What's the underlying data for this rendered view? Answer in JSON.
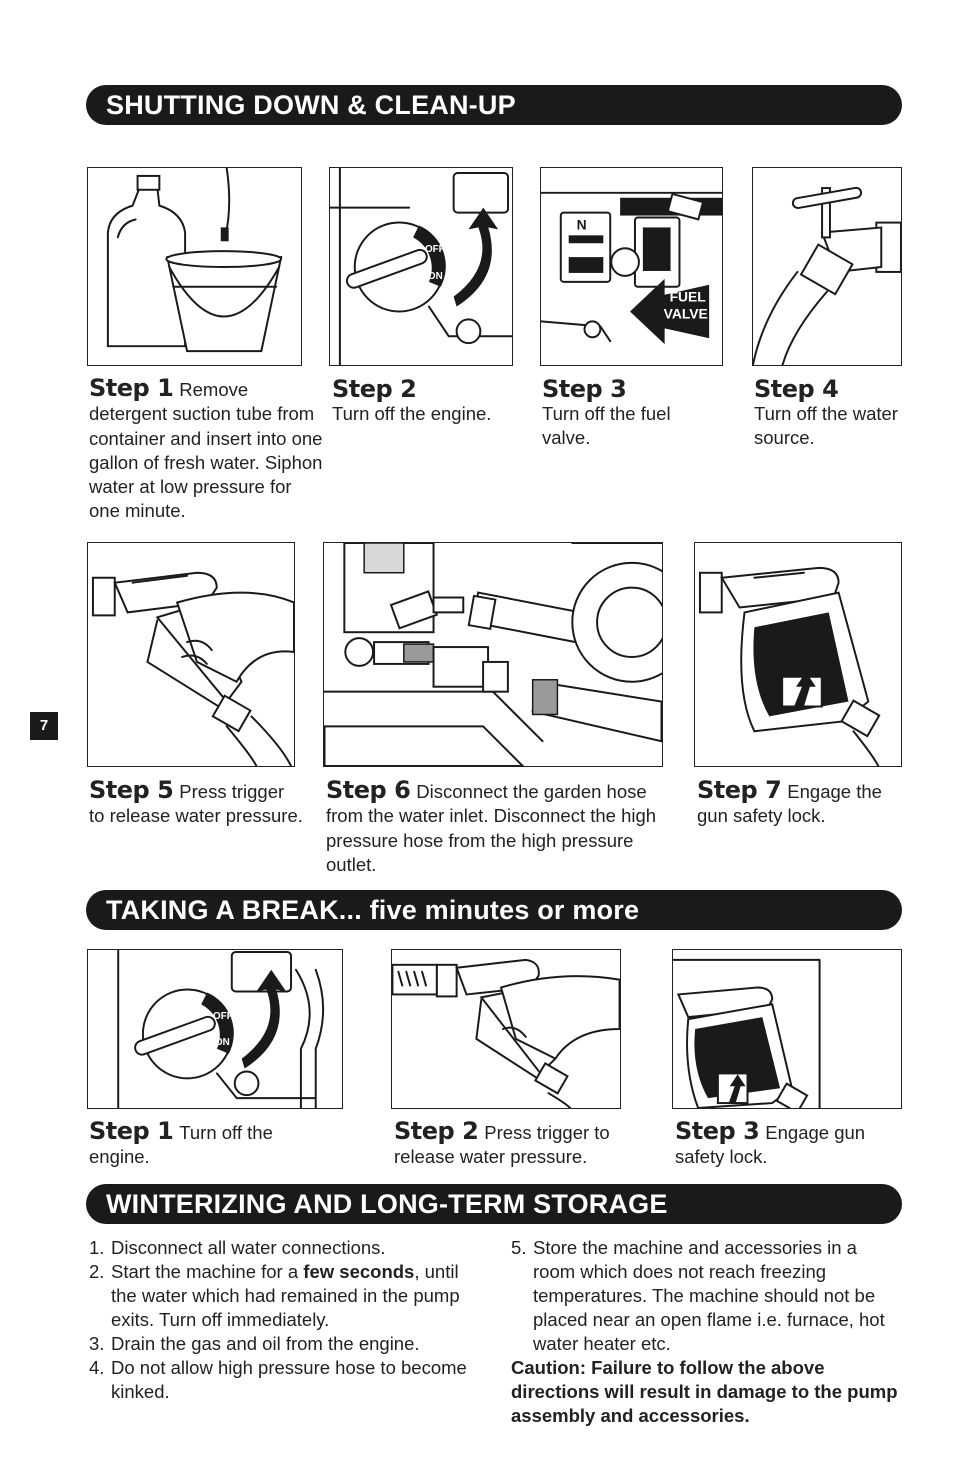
{
  "page_number": "7",
  "sections": {
    "shutdown": {
      "title": "SHUTTING DOWN & CLEAN-UP"
    },
    "break": {
      "title": "TAKING A BREAK... five minutes or more"
    },
    "winter": {
      "title": "WINTERIZING AND LONG-TERM STORAGE"
    }
  },
  "shutdown_steps": [
    {
      "label": "Step 1",
      "text": "Remove detergent suction tube from container and insert into one gallon of fresh water. Siphon water at low pressure for one minute."
    },
    {
      "label": "Step 2",
      "text": "Turn off the engine."
    },
    {
      "label": "Step 3",
      "text": "Turn off the fuel valve."
    },
    {
      "label": "Step 4",
      "text": "Turn off the water source."
    },
    {
      "label": "Step 5",
      "text": "Press trigger to release water pressure."
    },
    {
      "label": "Step 6",
      "text": "Disconnect the garden hose from the water inlet. Disconnect the high pressure hose from the high pressure outlet."
    },
    {
      "label": "Step 7",
      "text": "Engage the gun safety lock."
    }
  ],
  "break_steps": [
    {
      "label": "Step 1",
      "text": "Turn off the engine."
    },
    {
      "label": "Step 2",
      "text": "Press trigger to release water pressure."
    },
    {
      "label": "Step 3",
      "text": "Engage gun safety lock."
    }
  ],
  "figure_labels": {
    "off": "OFF",
    "on": "ON",
    "fuel": "FUEL",
    "valve": "VALVE"
  },
  "winter_list": [
    {
      "num": "1.",
      "text": "Disconnect all water connections."
    },
    {
      "num": "2.",
      "pre": "Start the machine for a ",
      "bold": "few seconds",
      "post": ", until the water which had remained in the pump exits. Turn off immediately."
    },
    {
      "num": "3.",
      "text": "Drain the gas and oil from the engine."
    },
    {
      "num": "4.",
      "text": "Do not allow high pressure hose to become kinked."
    },
    {
      "num": "5.",
      "text": "Store the machine and accessories in a room which does not reach freezing temperatures. The machine should not be placed near an open flame i.e. furnace, hot water heater etc."
    }
  ],
  "caution": "Caution: Failure to follow the above directions will result in damage to the pump assembly and accessories."
}
